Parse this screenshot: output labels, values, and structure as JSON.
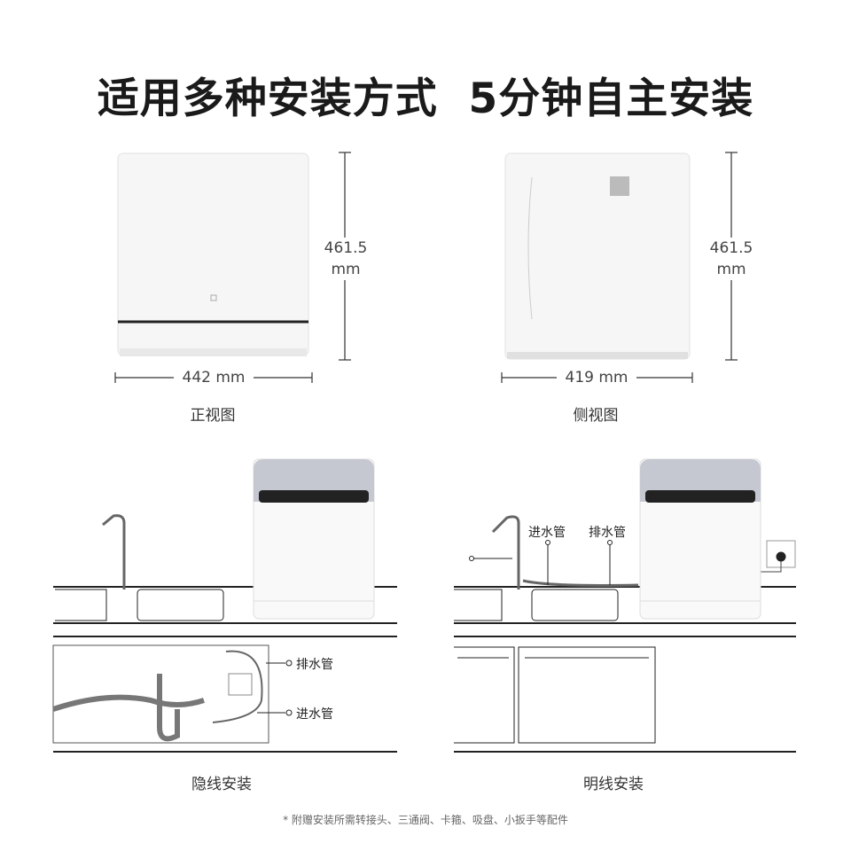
{
  "title": "适用多种安装方式  5分钟自主安装",
  "front_view": {
    "height_value": "461.5",
    "height_unit": "mm",
    "width": "442 mm",
    "caption": "正视图"
  },
  "side_view": {
    "height_value": "461.5",
    "height_unit": "mm",
    "width": "419 mm",
    "caption": "侧视图"
  },
  "hidden_install": {
    "caption": "隐线安装",
    "drain_label": "排水管",
    "inlet_label": "进水管"
  },
  "exposed_install": {
    "caption": "明线安装",
    "inlet_label": "进水管",
    "drain_label": "排水管"
  },
  "footnote": "* 附赠安装所需转接头、三通阀、卡箍、吸盘、小扳手等配件"
}
